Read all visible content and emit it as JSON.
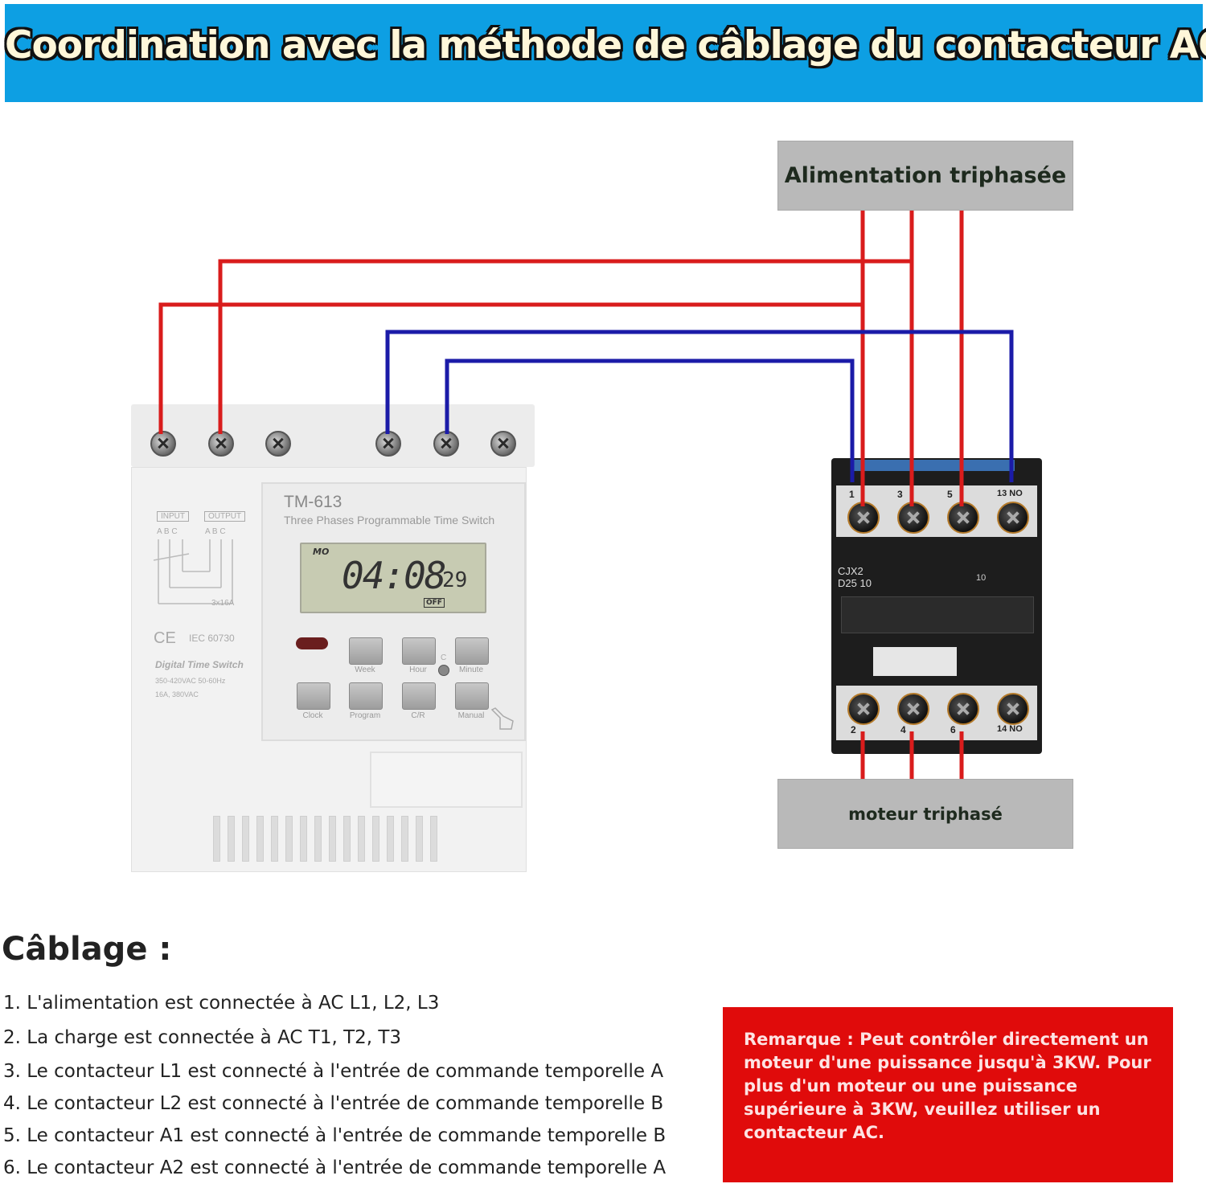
{
  "banner": {
    "title": "Coordination avec la méthode de câblage du contacteur AC",
    "color": "#0d9fe3"
  },
  "labels": {
    "supply": "Alimentation triphasée",
    "motor": "moteur triphasé"
  },
  "timer": {
    "model": "TM-613",
    "subtitle": "Three Phases Programmable Time Switch",
    "lcd_day": "MO",
    "lcd_time": "04:08",
    "lcd_seconds": "29",
    "lcd_status": "OFF",
    "input_label": "INPUT",
    "output_label": "OUTPUT",
    "phases": "A  B  C",
    "rating_small": "3x16A",
    "cert": "IEC 60730",
    "ce": "CE",
    "device_name": "Digital Time Switch",
    "spec1": "350-420VAC   50-60Hz",
    "spec2": "16A, 380VAC",
    "buttons": {
      "week": "Week",
      "hour": "Hour",
      "minute": "Minute",
      "clock": "Clock",
      "program": "Program",
      "cr": "C/R",
      "manual": "Manual",
      "c": "C"
    }
  },
  "contactor": {
    "model_line1": "CJX2",
    "model_line2": "D25 10",
    "code": "10",
    "top_terminals": [
      "1",
      "3",
      "5",
      "13 NO"
    ],
    "bottom_terminals": [
      "2",
      "4",
      "6",
      "14 NO"
    ]
  },
  "wiring": {
    "title": "Câblage :",
    "steps": [
      "1. L'alimentation est connectée à AC L1, L2, L3",
      "2. La charge est connectée à AC T1, T2, T3",
      "3. Le contacteur L1 est connecté à l'entrée de commande temporelle A",
      "4. Le contacteur L2 est connecté à l'entrée de commande temporelle B",
      "5. Le contacteur A1 est connecté à l'entrée de commande temporelle B",
      "6. Le contacteur A2 est connecté à l'entrée de commande temporelle A"
    ]
  },
  "remark": {
    "text": "Remarque : Peut contrôler directement un moteur d'une puissance jusqu'à 3KW. Pour plus d'un moteur ou une puissance supérieure à 3KW, veuillez utiliser un contacteur AC.",
    "color": "#e00b0b"
  },
  "wire_colors": {
    "phase": "#d91c1c",
    "control": "#1b1ba8"
  }
}
